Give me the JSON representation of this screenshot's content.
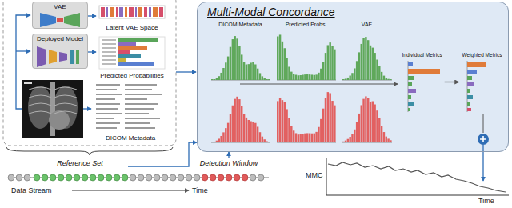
{
  "diagram": {
    "nodes": [
      {
        "text": [
          "VAE"
        ]
      },
      {
        "text": [
          "Deployed Model"
        ]
      },
      {
        "text": [
          "Latent VAE Space"
        ]
      },
      {
        "text": [
          "Predicted Probabilities"
        ]
      },
      {
        "text": [
          "DICOM Metadata"
        ]
      },
      {
        "text": [
          "Multi-Modal Concordance"
        ]
      },
      {
        "text": [
          "DICOM Metadata"
        ],
        "in": 5
      },
      {
        "text": [
          "Predicted Probs."
        ],
        "in": 5
      },
      {
        "text": [
          "VAE"
        ],
        "in": 5
      },
      {
        "text": [
          "Individual Metrics"
        ],
        "in": 5
      },
      {
        "text": [
          "Weighted Metrics"
        ],
        "in": 5
      },
      {
        "text": [
          "Reference Set"
        ]
      },
      {
        "text": [
          "Detection Window"
        ]
      }
    ],
    "edges": [
      {
        "from": 0,
        "to": 2,
        "arrow": "to"
      },
      {
        "from": 1,
        "to": 3,
        "arrow": "to"
      },
      {
        "from": 9,
        "to": 10,
        "arrow": "to"
      },
      {
        "from": 11,
        "to": 5,
        "arrow": "to"
      },
      {
        "from": 12,
        "to": 5,
        "arrow": "to"
      }
    ],
    "labels": [
      "Data Stream",
      "Time",
      "MMC",
      "Time"
    ]
  }
}
